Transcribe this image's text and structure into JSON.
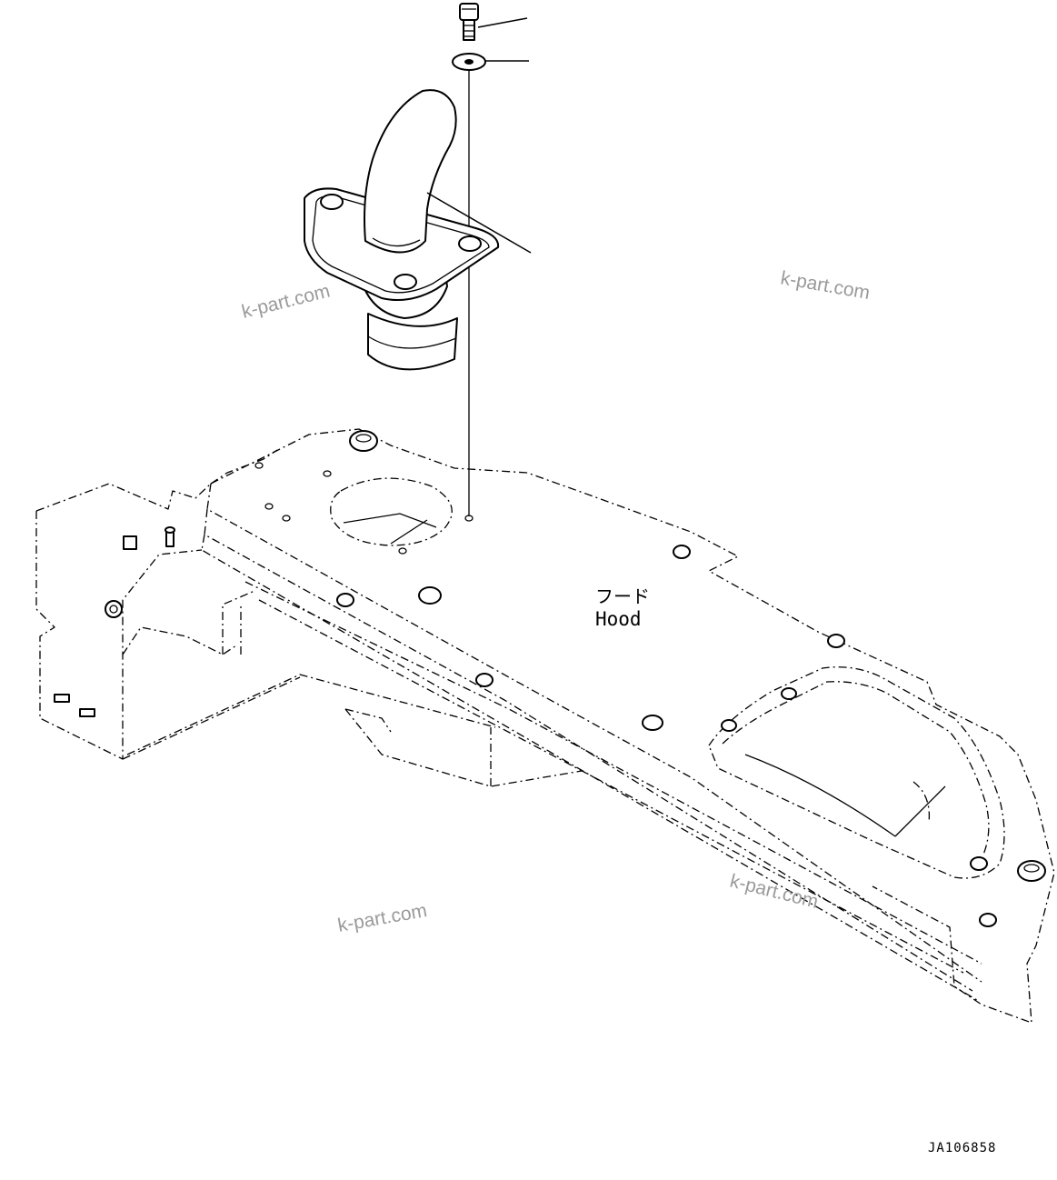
{
  "diagram": {
    "part_label_jp": "フード",
    "part_label_en": "Hood",
    "drawing_code": "JA106858",
    "watermarks": [
      "k-part.com",
      "k-part.com",
      "k-part.com",
      "k-part.com"
    ]
  }
}
